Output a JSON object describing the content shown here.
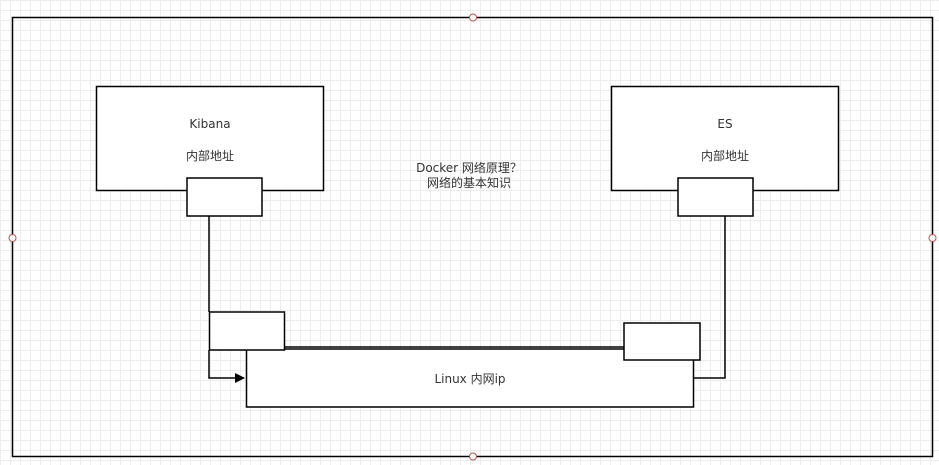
{
  "diagram": {
    "title_line1": "Docker 网络原理？",
    "title_line2": "网络的基本知识",
    "kibana": {
      "name": "Kibana",
      "sub": "内部地址"
    },
    "es": {
      "name": "ES",
      "sub": "内部地址"
    },
    "linux": {
      "label": "Linux 内网ip"
    }
  },
  "colors": {
    "stroke": "#000000",
    "text": "#333333",
    "grid": "#ececec",
    "handle": "#b85450"
  }
}
